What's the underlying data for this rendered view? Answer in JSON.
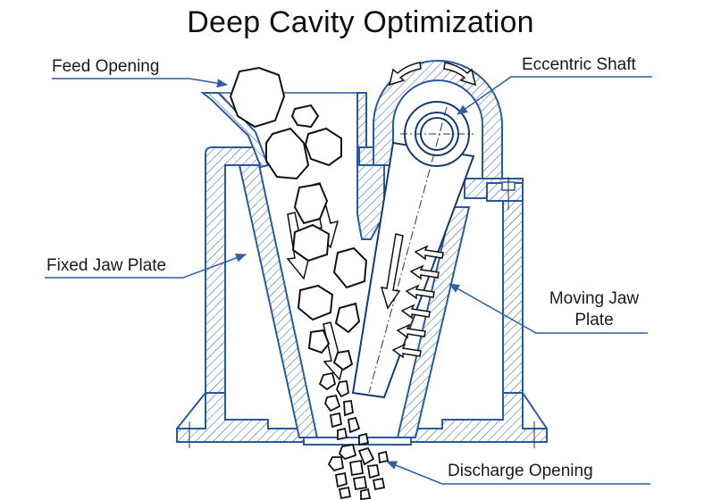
{
  "title": "Deep Cavity Optimization",
  "colors": {
    "outline": "#2a5a9a",
    "leader": "#2e5f9e",
    "rock": "#111111",
    "background": "#ffffff"
  },
  "labels": {
    "feed_opening": "Feed Opening",
    "eccentric_shaft": "Eccentric Shaft",
    "fixed_jaw_plate": "Fixed Jaw Plate",
    "moving_jaw_plate_line1": "Moving Jaw",
    "moving_jaw_plate_line2": "Plate",
    "discharge_opening": "Discharge Opening"
  },
  "annotations": {
    "rotation_arrows": "eccentric-rotation (bidirectional)",
    "material_flow": "downward",
    "crushing_force": "toward fixed jaw"
  }
}
